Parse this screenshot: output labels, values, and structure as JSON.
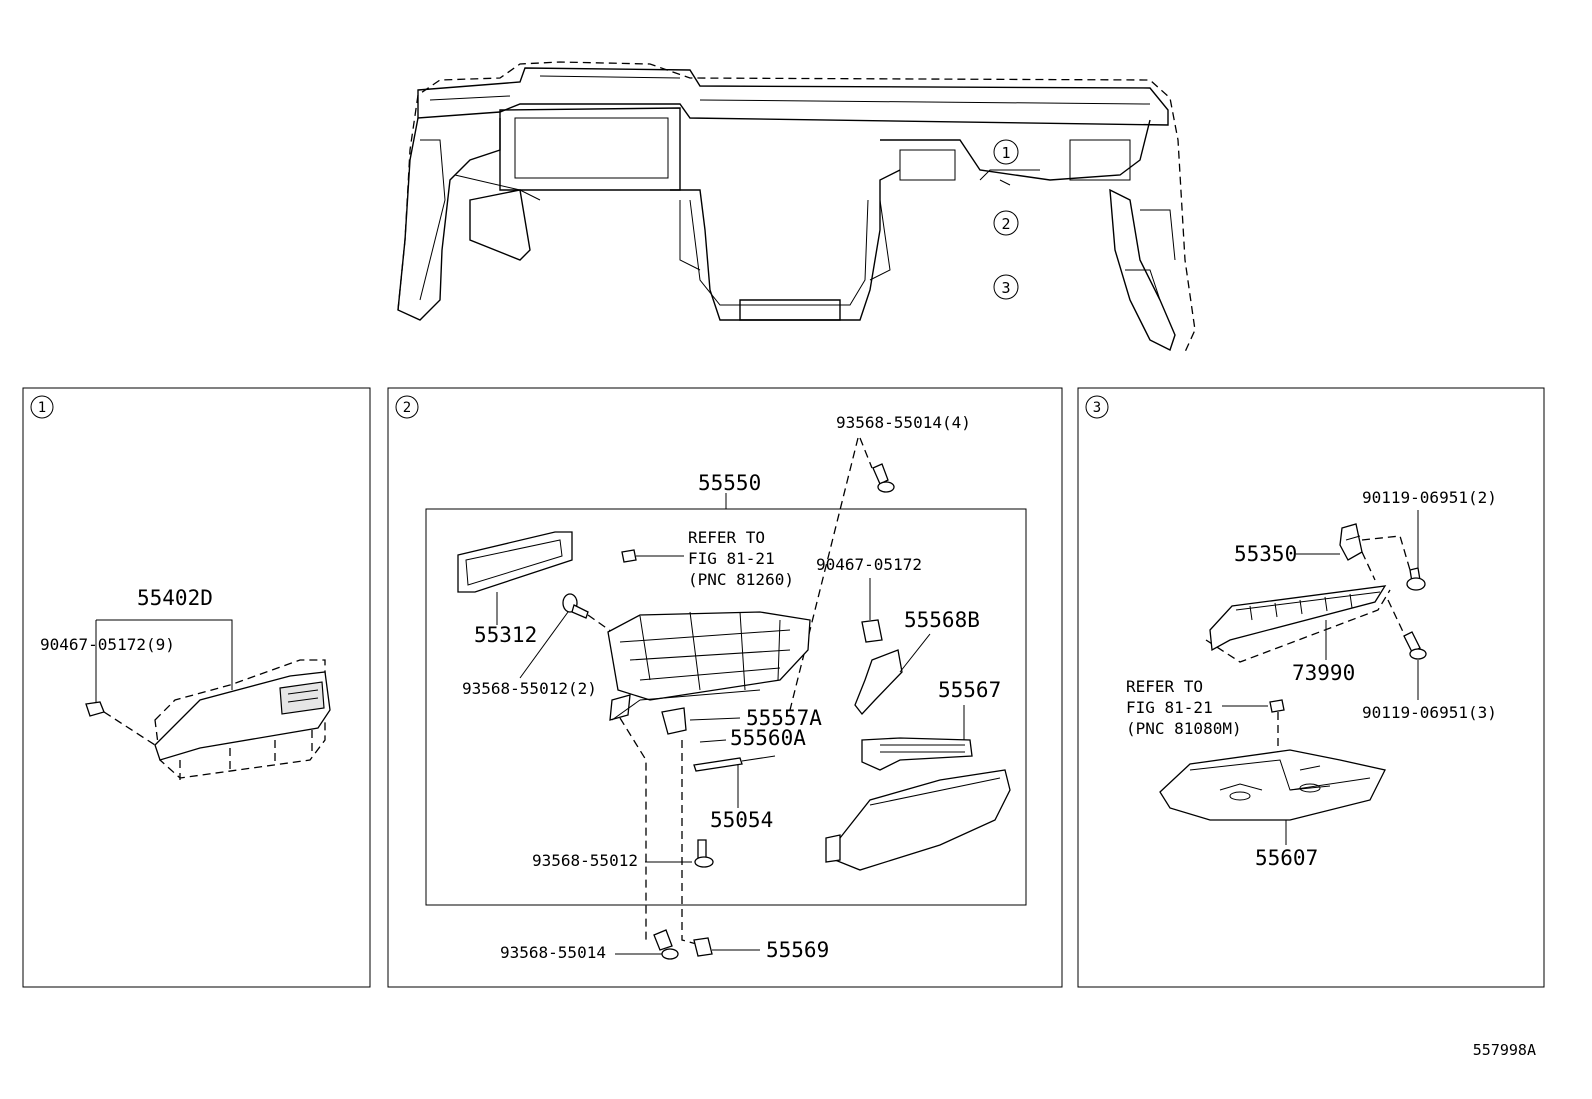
{
  "overview": {
    "callouts": [
      "1",
      "2",
      "3"
    ]
  },
  "panel1": {
    "number": "1",
    "labels": {
      "a": "55402D",
      "b": "90467-05172(9)"
    }
  },
  "panel2": {
    "number": "2",
    "labels": {
      "a": "93568-55014(4)",
      "b": "55550",
      "c": "REFER TO",
      "d": "FIG 81-21",
      "e": "(PNC 81260)",
      "f": "90467-05172",
      "g": "55312",
      "h": "55568B",
      "i": "55567",
      "j": "93568-55012(2)",
      "k": "55557A",
      "l": "55560A",
      "m": "55054",
      "n": "93568-55012",
      "o": "93568-55014",
      "p": "55569"
    }
  },
  "panel3": {
    "number": "3",
    "labels": {
      "a": "90119-06951(2)",
      "b": "55350",
      "c": "73990",
      "d": "90119-06951(3)",
      "e": "REFER TO",
      "f": "FIG 81-21",
      "g": "(PNC 81080M)",
      "h": "55607"
    }
  },
  "figure_id": "557998A"
}
